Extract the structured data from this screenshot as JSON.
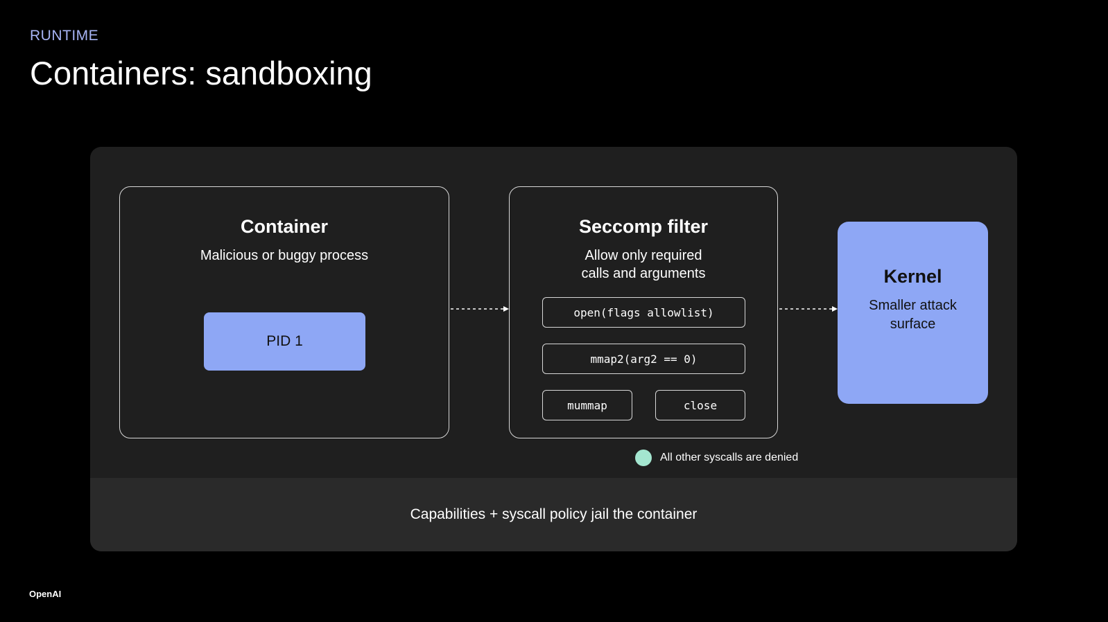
{
  "slide": {
    "eyebrow": "RUNTIME",
    "title": "Containers: sandboxing",
    "brand": "OpenAI"
  },
  "diagram": {
    "container": {
      "title": "Container",
      "subtitle": "Malicious or buggy process",
      "process_label": "PID 1"
    },
    "seccomp": {
      "title": "Seccomp filter",
      "subtitle_line1": "Allow only required",
      "subtitle_line2": "calls and arguments",
      "rules": [
        "open(flags allowlist)",
        "mmap2(arg2 == 0)",
        "mummap",
        "close"
      ]
    },
    "kernel": {
      "title": "Kernel",
      "subtitle_line1": "Smaller attack",
      "subtitle_line2": "surface"
    },
    "note": "All other syscalls are denied",
    "footer": "Capabilities + syscall policy jail the container"
  },
  "colors": {
    "background": "#000000",
    "panel": "#1f1f1f",
    "footer_band": "#2a2a2a",
    "accent_blue": "#8ea7f5",
    "eyebrow": "#a7b4f5",
    "note_dot": "#a4e6d0"
  }
}
